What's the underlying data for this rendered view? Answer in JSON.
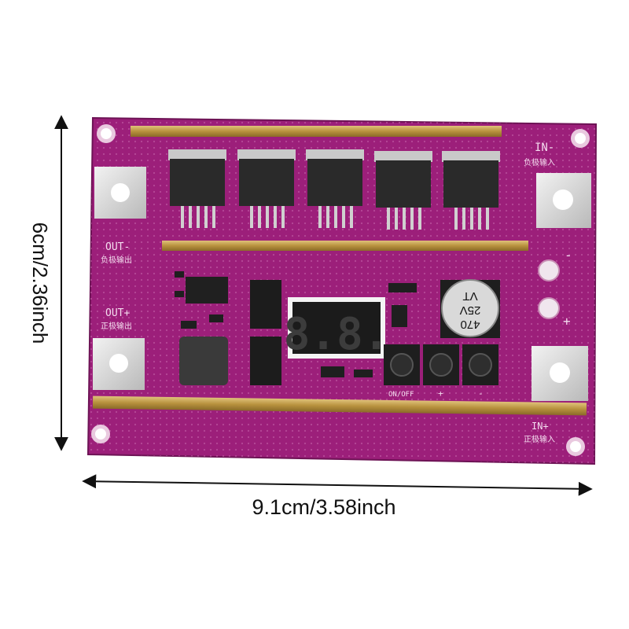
{
  "dimensions": {
    "height_label": "6cm/2.36inch",
    "width_label": "9.1cm/3.58inch"
  },
  "board": {
    "color": "#9c1f7a",
    "labels": {
      "in_minus": "IN-",
      "in_minus_cn": "负极输入",
      "in_plus": "IN+",
      "in_plus_cn": "正极输入",
      "out_minus": "OUT-",
      "out_minus_cn": "负极输出",
      "out_plus": "OUT+",
      "out_plus_cn": "正极输出",
      "on_off": "ON/OFF",
      "plus_sign": "+",
      "minus_sign": "-"
    },
    "display_digits": "8.8.",
    "capacitor": {
      "value": "470",
      "voltage": "25V",
      "series": "VT"
    },
    "mosfet_count": 5
  }
}
